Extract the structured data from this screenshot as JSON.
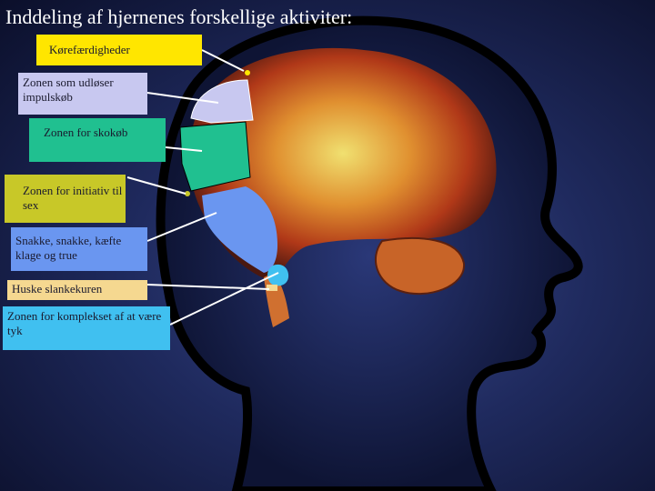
{
  "slide": {
    "title": "Inddeling af hjernenes forskellige aktiviter:",
    "labels": [
      {
        "text": "Kørefærdigheder",
        "color": "#ffe600"
      },
      {
        "text": "Zonen som udløser impulskøb",
        "color": "#c8c8f0"
      },
      {
        "text": "Zonen for skokøb",
        "color": "#20c090"
      },
      {
        "text": "Zonen for initiativ til sex",
        "color": "#c8c828"
      },
      {
        "text": "Snakke, snakke, kæfte klage og true",
        "color": "#6a96f0"
      },
      {
        "text": "Huske slankekuren",
        "color": "#f5d890"
      },
      {
        "text": "Zonen for komplekset af at være tyk",
        "color": "#40c0f0"
      }
    ]
  }
}
